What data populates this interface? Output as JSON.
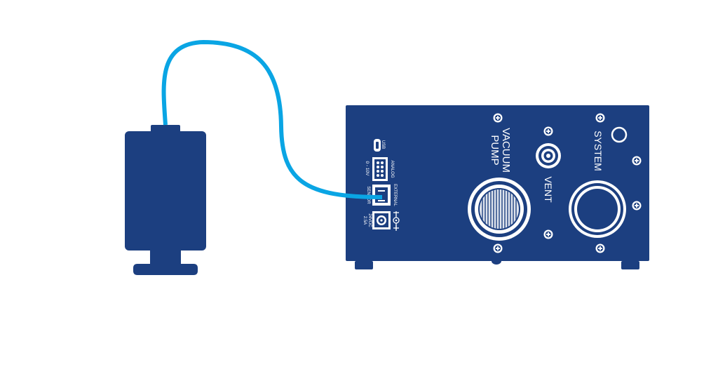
{
  "colors": {
    "device_blue": "#1c3f80",
    "cable_blue": "#0aa5e4",
    "panel_white": "#ffffff",
    "background": "#ffffff"
  },
  "labels": {
    "vacuum_pump_line1": "VACUUM",
    "vacuum_pump_line2": "PUMP",
    "system": "SYSTEM",
    "vent": "VENT",
    "usb": "USB",
    "analog": "ANALOG",
    "analog_range": "0 - 10V",
    "external": "EXTERNAL",
    "sensor": "SENSOR",
    "power_line1": "24VDC",
    "power_line2": "2.5A"
  },
  "icons": {
    "screw": "cross-screw-icon",
    "usb": "usb-port-icon",
    "power_polarity": "dc-polarity-icon"
  }
}
